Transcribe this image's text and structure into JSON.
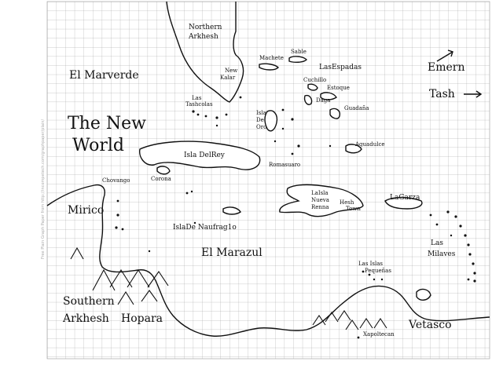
{
  "map": {
    "watermark": "Free Plain Graph Paper from http://incompetech.com/graphpaper/plain/",
    "labels": {
      "northern_arkhesh": [
        "Northern",
        "Arkhesh"
      ],
      "el_marverde": "El Marverde",
      "the_new_world": [
        "The New",
        "World"
      ],
      "new_kalar": [
        "New",
        "Kalar"
      ],
      "las_tashcolas": [
        "Las",
        "Tashcolas"
      ],
      "machete": "Machete",
      "sable": "Sable",
      "las_espadas": "LasEspadas",
      "cuchillo": "Cuchillo",
      "estoque": "Estoque",
      "daga": "Daga",
      "guadana": "Guadaña",
      "isla_de_oro": [
        "Isla",
        "De",
        "Oro"
      ],
      "aguadulce": "Aguadulce",
      "isla_del_rey": "Isla DelRey",
      "romasuaro": "Romasuaro",
      "corona": "Corona",
      "chovango": "Chovango",
      "la_isla_nueva_renna": [
        "LaIsla",
        "Nueva",
        "Renna"
      ],
      "hesh_town": [
        "Hesh",
        "Town"
      ],
      "la_garza": "LaGarza",
      "mirico": "Mirico",
      "isla_de_naufragio": "IslaDe Naufrag1o",
      "el_marazul": "El Marazul",
      "las_milaves": [
        "Las",
        "Milaves"
      ],
      "las_islas_pequenas": [
        "Las Islas",
        "Pequeñas"
      ],
      "southern_arkhesh": [
        "Southern",
        "Arkhesh"
      ],
      "hopara": "Hopara",
      "xapoltecan": "Xapoltecan",
      "vetasco": "Vetasco",
      "emern": "Emern",
      "tash": "Tash"
    }
  }
}
